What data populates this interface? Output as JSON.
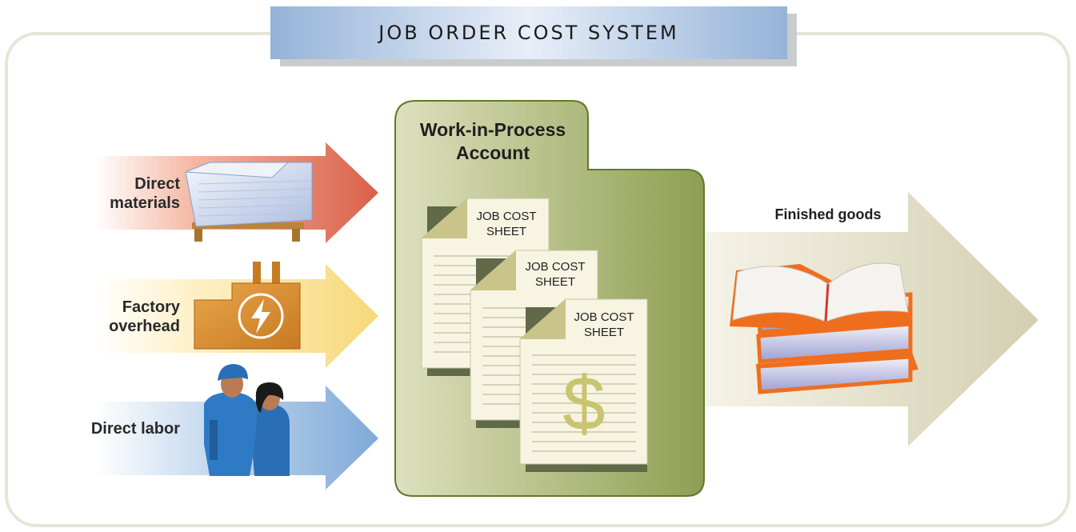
{
  "title": "Job Order Cost System",
  "inputs": {
    "materials": {
      "label": "Direct materials"
    },
    "overhead": {
      "label": "Factory overhead"
    },
    "labor": {
      "label": "Direct labor"
    }
  },
  "wip": {
    "title": "Work-in-Process Account"
  },
  "job_cost_sheets": [
    {
      "label": "JOB COST SHEET"
    },
    {
      "label": "JOB COST SHEET"
    },
    {
      "label": "JOB COST SHEET"
    }
  ],
  "symbol": "$",
  "output": {
    "label": "Finished goods"
  },
  "colors": {
    "materials_arrow": "#d9604a",
    "overhead_arrow": "#f7d97a",
    "labor_arrow": "#7fa9d8",
    "wip_folder": "#9fb06a",
    "finished_arrow": "#d8d5bd",
    "book_edge": "#ef6e1e",
    "title_bar": "#a9c1e1"
  },
  "icons": [
    "paper-stack-icon",
    "factory-icon",
    "lightning-icon",
    "workers-icon",
    "books-icon",
    "dollar-icon"
  ]
}
